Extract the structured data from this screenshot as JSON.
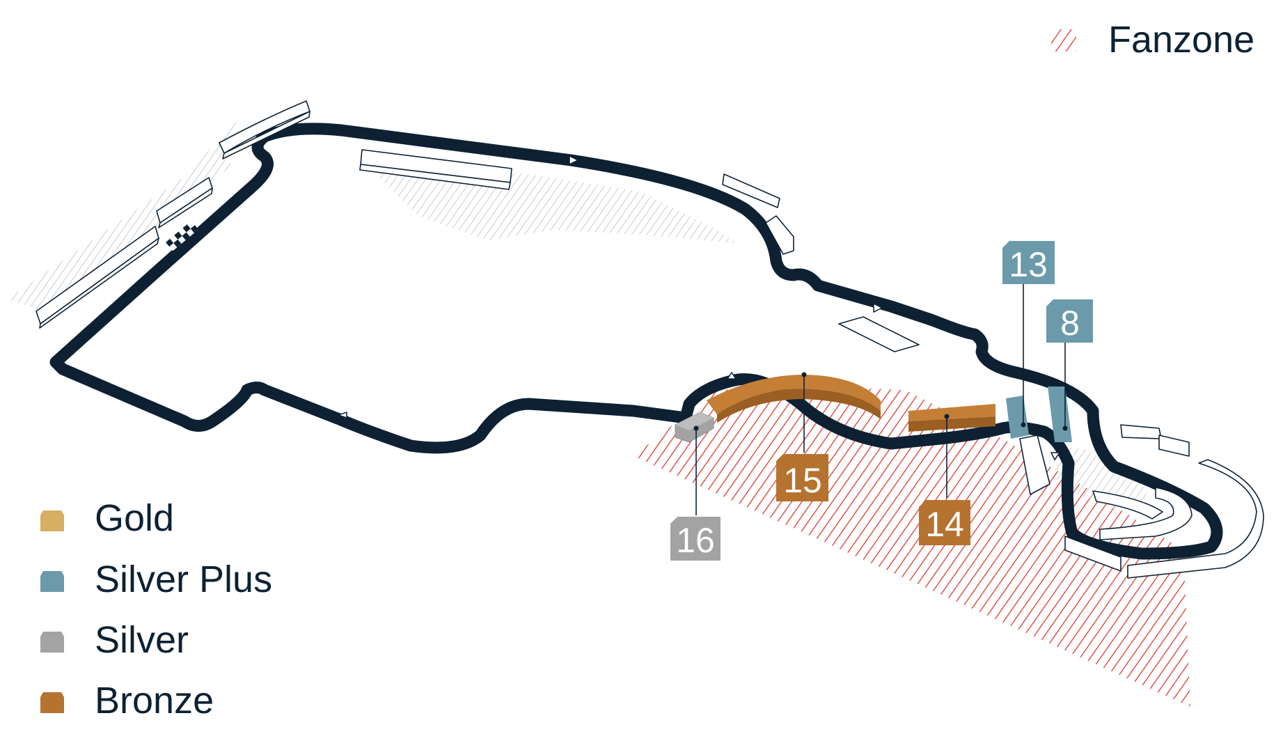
{
  "fanzone": {
    "label": "Fanzone",
    "color": "#e0524a"
  },
  "legend": [
    {
      "label": "Gold",
      "color": "#d8ae62"
    },
    {
      "label": "Silver Plus",
      "color": "#6b9aab"
    },
    {
      "label": "Silver",
      "color": "#a3a3a3"
    },
    {
      "label": "Bronze",
      "color": "#b6722f"
    }
  ],
  "stands": [
    {
      "number": "13",
      "tier": "Silver Plus"
    },
    {
      "number": "8",
      "tier": "Silver Plus"
    },
    {
      "number": "15",
      "tier": "Bronze"
    },
    {
      "number": "14",
      "tier": "Bronze"
    },
    {
      "number": "16",
      "tier": "Silver"
    }
  ],
  "colors": {
    "track": "#0d2133",
    "structure_outline": "#0d2133",
    "grass_hatch": "#c9cccf"
  }
}
